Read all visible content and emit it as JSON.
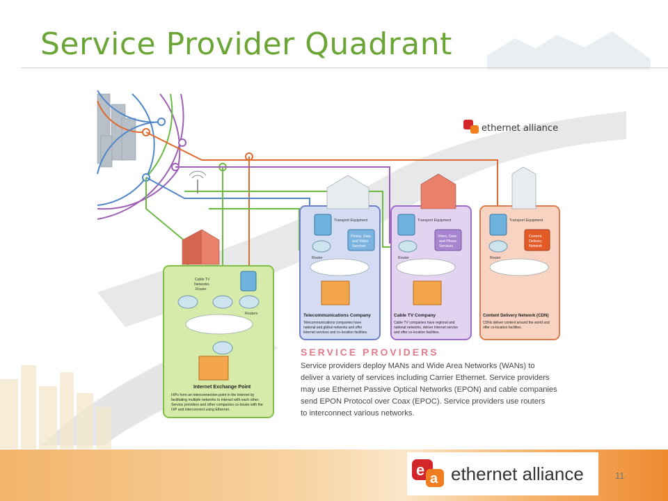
{
  "slide": {
    "title": "Service Provider Quadrant",
    "page_number": "11"
  },
  "brand": {
    "name": "ethernet alliance",
    "logo_letters": "ea",
    "colors": {
      "red": "#d3262b",
      "orange": "#f07d1f",
      "title_green": "#6aa535"
    }
  },
  "diagram": {
    "boxes": {
      "ixp": {
        "title": "Internet Exchange Point",
        "desc": [
          "IXPs form an interconnection point in the Internet by",
          "facilitating multiple networks to interact with each other.",
          "Service providers and other companies co-locate with the",
          "IXP and interconnect using Ethernet."
        ],
        "cable_router_label": [
          "Cable TV",
          "Networks",
          "Router"
        ],
        "routers_label": "Routers"
      },
      "telco": {
        "title": "Telecommunications Company",
        "desc": [
          "Telecommunications companies have",
          "national and global networks and offer",
          "Internet services and co-location facilities."
        ],
        "transport_label": "Transport Equipment",
        "service_label": [
          "Phone, Data",
          "and Video",
          "Services"
        ],
        "router_label": "Router"
      },
      "cable": {
        "title": "Cable TV Company",
        "desc": [
          "Cable TV companies have regional and",
          "national networks, deliver Internet service",
          "and offer co-location facilities."
        ],
        "transport_label": "Transport Equipment",
        "service_label": [
          "Video, Data",
          "and Phone",
          "Services"
        ],
        "router_label": "Router"
      },
      "cdn": {
        "title": "Content Delivery Network (CDN)",
        "desc": [
          "CDNs deliver content around the world and",
          "offer co-location facilities."
        ],
        "transport_label": "Transport Equipment",
        "service_label": [
          "Content",
          "Delivery",
          "Network"
        ],
        "router_label": "Router"
      }
    }
  },
  "service_providers": {
    "heading": "SERVICE PROVIDERS",
    "lines": [
      "Service providers deploy MANs and Wide Area Networks (WANs) to",
      "deliver a variety of services including Carrier Ethernet. Service providers",
      "may use Ethernet Passive Optical Networks (EPON) and cable companies",
      "send EPON Protocol over Coax (EPOC). Service providers use routers",
      "to interconnect various networks."
    ]
  }
}
